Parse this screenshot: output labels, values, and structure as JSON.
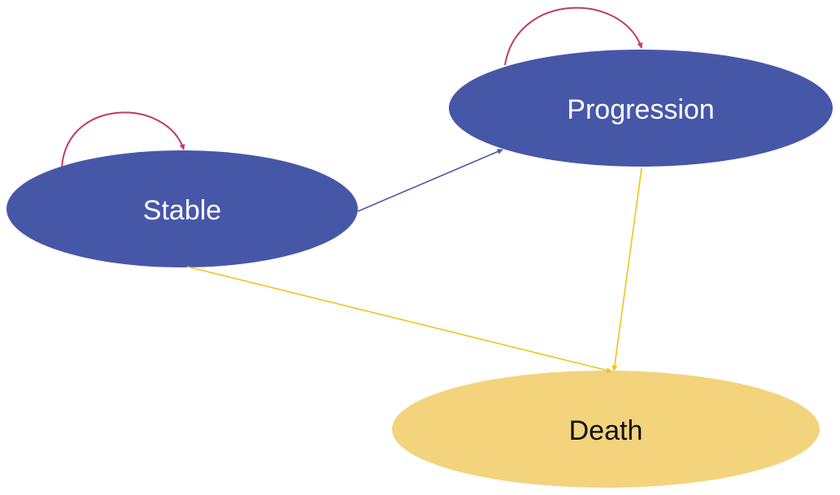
{
  "diagram": {
    "type": "state-transition",
    "nodes": [
      {
        "id": "stable",
        "label": "Stable"
      },
      {
        "id": "progression",
        "label": "Progression"
      },
      {
        "id": "death",
        "label": "Death"
      }
    ],
    "edges": [
      {
        "from": "stable",
        "to": "stable",
        "kind": "self-loop"
      },
      {
        "from": "progression",
        "to": "progression",
        "kind": "self-loop"
      },
      {
        "from": "stable",
        "to": "progression",
        "kind": "transition"
      },
      {
        "from": "stable",
        "to": "death",
        "kind": "transition"
      },
      {
        "from": "progression",
        "to": "death",
        "kind": "transition"
      }
    ]
  },
  "colors": {
    "state_fill": "#4757a8",
    "state_text": "#ffffff",
    "absorbing_fill": "#f3d37c",
    "absorbing_text": "#111111",
    "self_loop_arrow": "#c0396a",
    "transition_arrow": "#4a5aa8",
    "death_arrow": "#f2c21b"
  }
}
